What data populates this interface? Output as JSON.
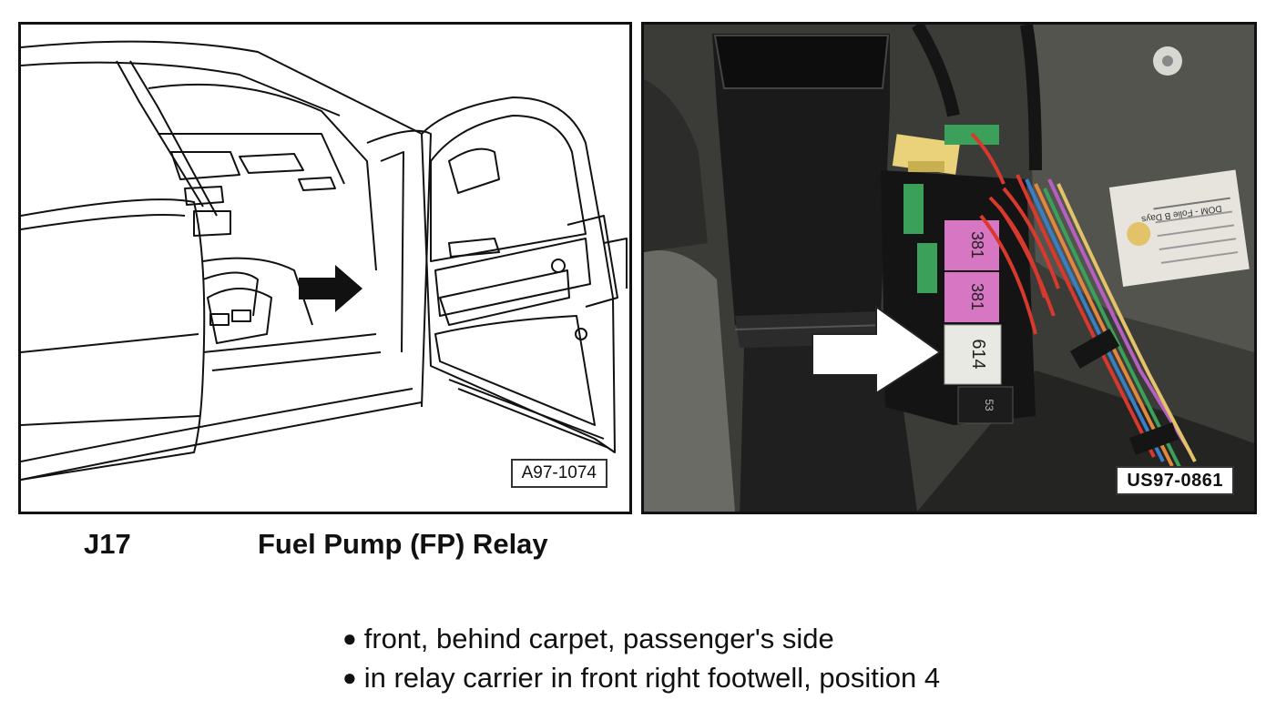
{
  "figures": {
    "left": {
      "id": "A97-1074"
    },
    "right": {
      "id": "US97-0861",
      "relay_labels": [
        "381",
        "381",
        "614",
        "53"
      ],
      "sticker_text": "DOM - Folie B Days"
    }
  },
  "component": {
    "code": "J17",
    "name": "Fuel Pump (FP) Relay"
  },
  "locations": [
    "front, behind carpet, passenger's side",
    "in relay carrier in front right footwell, position 4"
  ],
  "colors": {
    "relay_pink": "#d777c4",
    "relay_white": "#e9e9e4",
    "relay_black": "#1c1c1c",
    "fuse_green": "#3aa05a",
    "fuse_yellow": "#e9d27a",
    "wire_red": "#d8392c",
    "wire_blue": "#3b7ec8",
    "wire_orange": "#e2873b"
  }
}
